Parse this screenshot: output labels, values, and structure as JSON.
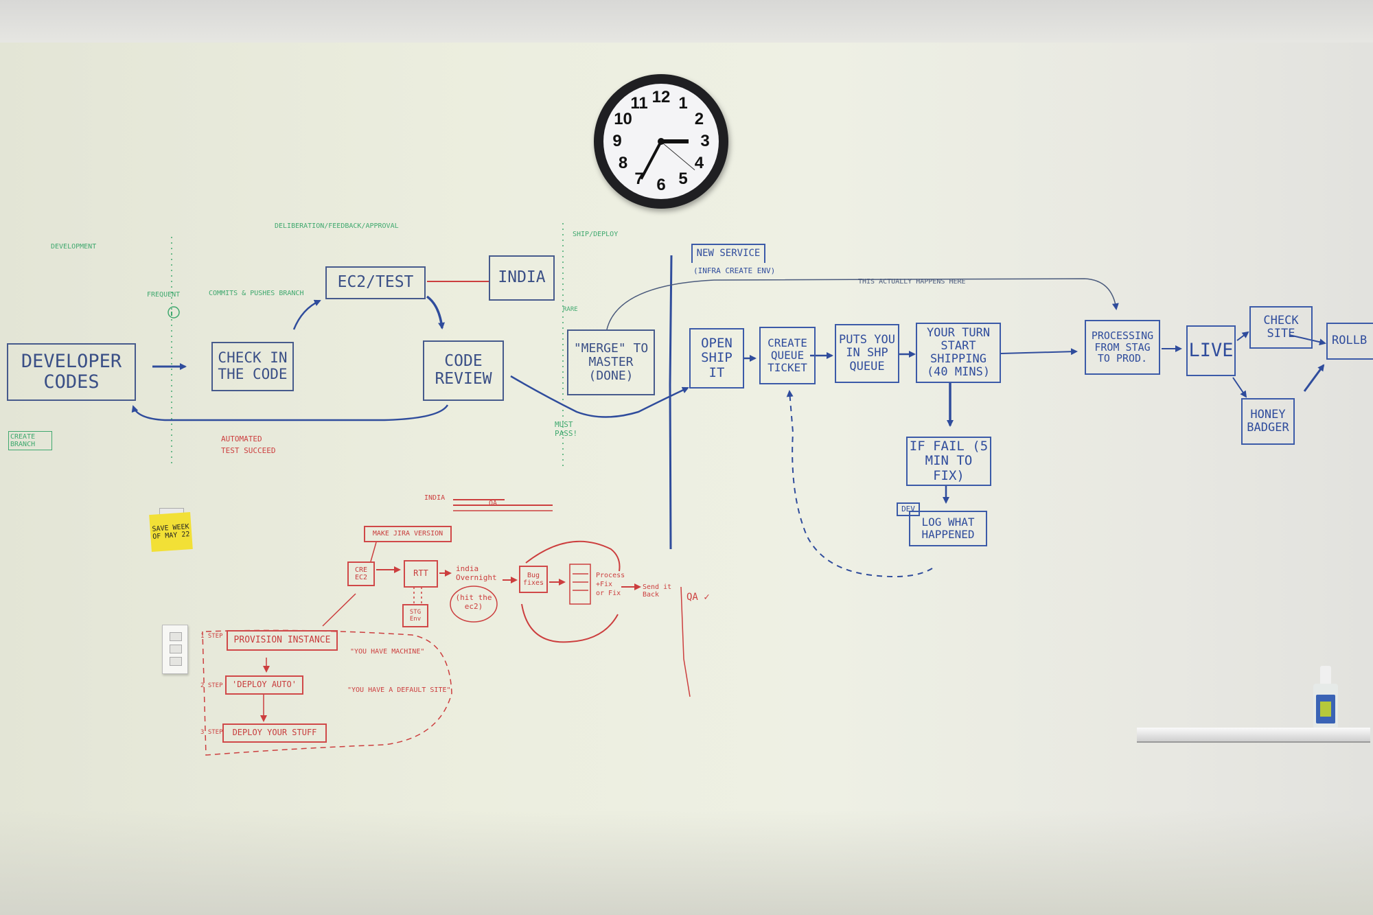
{
  "colors": {
    "blue_marker": "#2f4c9c",
    "red_marker": "#cc3e3e",
    "green_marker": "#3fa86e",
    "black_marker": "#465a8c"
  },
  "clock": {
    "numerals": [
      "12",
      "1",
      "2",
      "3",
      "4",
      "5",
      "6",
      "7",
      "8",
      "9",
      "10",
      "11"
    ]
  },
  "sticky_note": {
    "text": "SAVE WEEK OF MAY 22"
  },
  "flow": {
    "developer_codes": "DEVELOPER CODES",
    "check_in": "CHECK IN THE CODE",
    "ec2_test": "EC2/TEST",
    "india": "INDIA",
    "code_review": "CODE REVIEW",
    "merge": "\"MERGE\" TO MASTER (DONE)",
    "new_service": "NEW SERVICE",
    "infra_create": "(INFRA CREATE ENV)",
    "open_shipit": "OPEN SHIP IT",
    "create_queue": "CREATE QUEUE TICKET",
    "ship_queue": "PUTS YOU IN SHP QUEUE",
    "your_turn": "YOUR TURN START SHIPPING (40 MINS)",
    "processing": "PROCESSING FROM STAG TO PROD.",
    "live": "LIVE",
    "check_site": "CHECK SITE",
    "rollback": "ROLLB",
    "honey_badger": "HONEY BADGER",
    "if_fail": "IF FAIL (5 MIN TO FIX)",
    "dev_tag": "DEV",
    "log_happened": "LOG WHAT HAPPENED",
    "actually_here": "THIS ACTUALLY HAPPENS HERE"
  },
  "green_notes": {
    "development": "DEVELOPMENT",
    "deliberation": "DELIBERATION/FEEDBACK/APPROVAL",
    "ship_deploy": "SHIP/DEPLOY",
    "commits": "COMMITS & PUSHES BRANCH",
    "frequent": "FREQUENT",
    "create_branch": "CREATE BRANCH",
    "must_pass": "MUST PASS!",
    "rare": "RARE"
  },
  "red_notes": {
    "automated": "AUTOMATED TEST SUCCEED",
    "india_label": "INDIA",
    "qa_label": "QA",
    "make_jira": "MAKE JIRA VERSION",
    "cre_ec2": "CRE EC2",
    "rtt": "RTT",
    "india_overnight": "india Overnight",
    "hit_ec2": "(hit the ec2)",
    "bug_fixes": "Bug fixes",
    "process_fix": "Process +Fix or Fix",
    "send_back": "Send it Back",
    "qa_check": "QA ✓",
    "provision": "PROVISION INSTANCE",
    "machine": "\"YOU HAVE MACHINE\"",
    "deploy_auto": "'DEPLOY AUTO'",
    "default_site": "\"YOU HAVE A DEFAULT SITE\"",
    "deploy_stuff": "DEPLOY YOUR STUFF",
    "step1": "1 STEP",
    "step2": "2 STEP",
    "step3": "3 STEP",
    "stage": "STG Env"
  }
}
